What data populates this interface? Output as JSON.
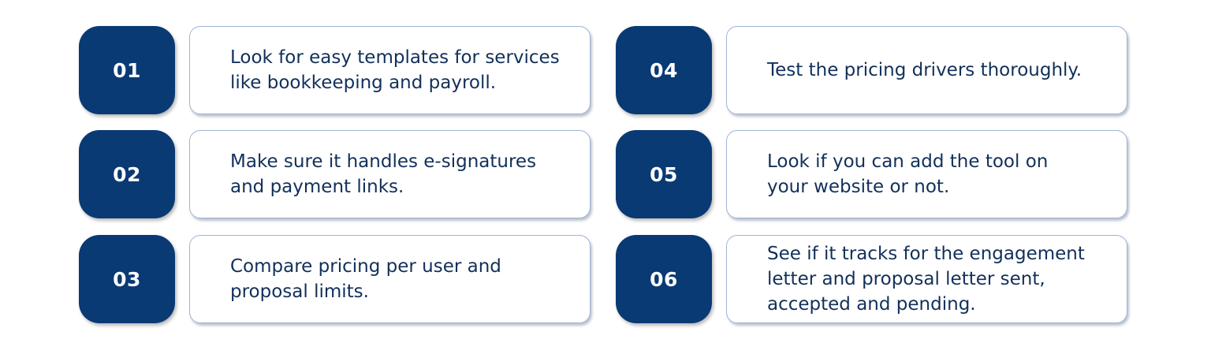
{
  "colors": {
    "number_box": "#0a3a74",
    "card_border": "#9db6d6",
    "text": "#12305a"
  },
  "steps": [
    {
      "number": "01",
      "text": "Look for easy templates for services\nlike bookkeeping and payroll."
    },
    {
      "number": "02",
      "text": "Make sure it handles e-signatures\nand payment links."
    },
    {
      "number": "03",
      "text": "Compare pricing per user and\nproposal limits."
    },
    {
      "number": "04",
      "text": "Test the pricing drivers thoroughly."
    },
    {
      "number": "05",
      "text": "Look if you can add the tool on\nyour website or not."
    },
    {
      "number": "06",
      "text": "See if it tracks for the engagement\nletter and proposal letter sent,\naccepted and pending."
    }
  ]
}
